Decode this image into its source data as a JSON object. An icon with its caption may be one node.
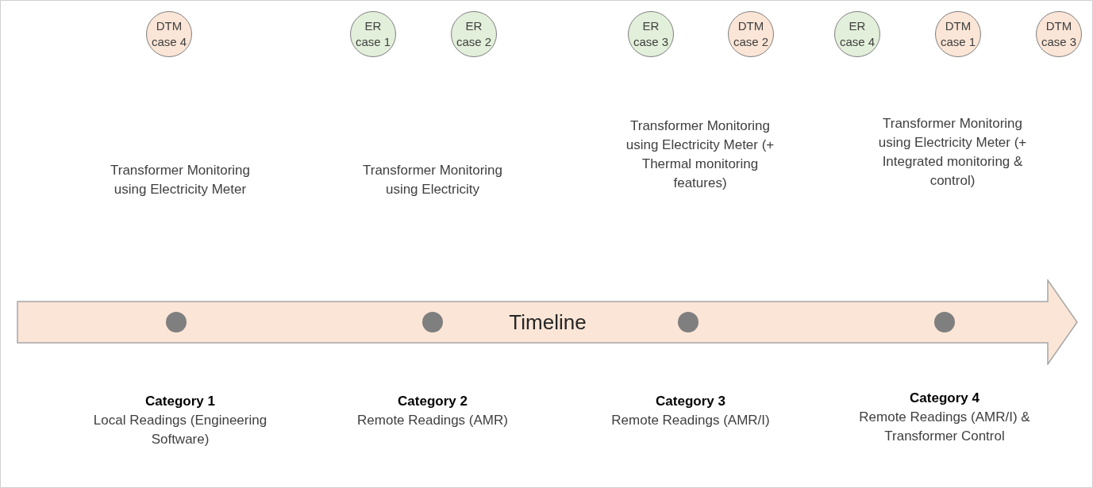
{
  "diagram": {
    "nodes": [
      {
        "text": [
          "DTM case 4"
        ]
      },
      {
        "text": [
          "ER case 1"
        ]
      },
      {
        "text": [
          "ER case 2"
        ]
      },
      {
        "text": [
          "ER case 3"
        ]
      },
      {
        "text": [
          "DTM case 2"
        ]
      },
      {
        "text": [
          "ER case 4"
        ]
      },
      {
        "text": [
          "DTM case 1"
        ]
      },
      {
        "text": [
          "DTM case 3"
        ]
      },
      {
        "text": [
          "Timeline"
        ]
      }
    ],
    "edges": [],
    "labels": [
      "Transformer Monitoring using Electricity Meter",
      "Transformer Monitoring using Electricity",
      "Transformer Monitoring using Electricity Meter (+ Thermal monitoring features)",
      "Transformer Monitoring using Electricity Meter (+ Integrated monitoring & control)",
      "Category 1",
      "Local Readings (Engineering Software)",
      "Category 2",
      "Remote Readings (AMR)",
      "Category 3",
      "Remote Readings (AMR/I)",
      "Category 4",
      "Remote Readings (AMR/I) & Transformer Control"
    ]
  }
}
